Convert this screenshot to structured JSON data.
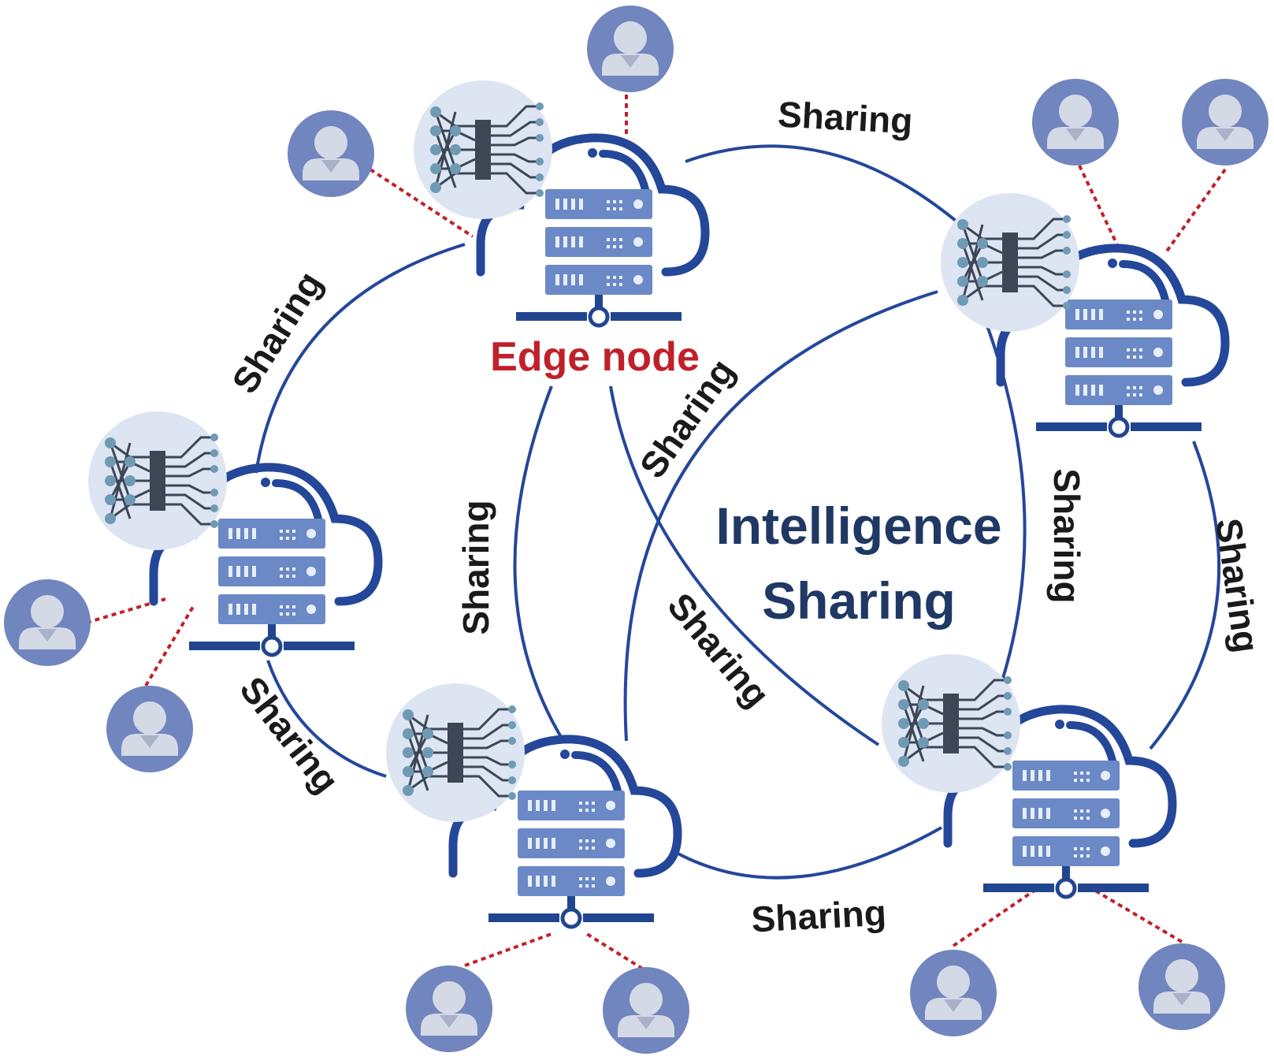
{
  "diagram": {
    "center_label_line1": "Intelligence",
    "center_label_line2": "Sharing",
    "edge_node_label": "Edge node",
    "edge_labels": [
      "Sharing",
      "Sharing",
      "Sharing",
      "Sharing",
      "Sharing",
      "Sharing",
      "Sharing",
      "Sharing",
      "Sharing"
    ]
  },
  "colors": {
    "link": "#24479a",
    "server": "#6b89c6",
    "server_dark": "#21468f",
    "cloud": "#24479a",
    "user_ring": "#7185bf",
    "user_body": "#d4d9e6",
    "dotted": "#c0202a",
    "ai_circle": "#dde4f2",
    "center_text": "#1f3864",
    "edge_text": "#c0202a"
  },
  "nodes": [
    {
      "id": "edge-node-top"
    },
    {
      "id": "edge-node-right"
    },
    {
      "id": "edge-node-left"
    },
    {
      "id": "edge-node-bottom"
    },
    {
      "id": "edge-node-bottom-right"
    }
  ]
}
